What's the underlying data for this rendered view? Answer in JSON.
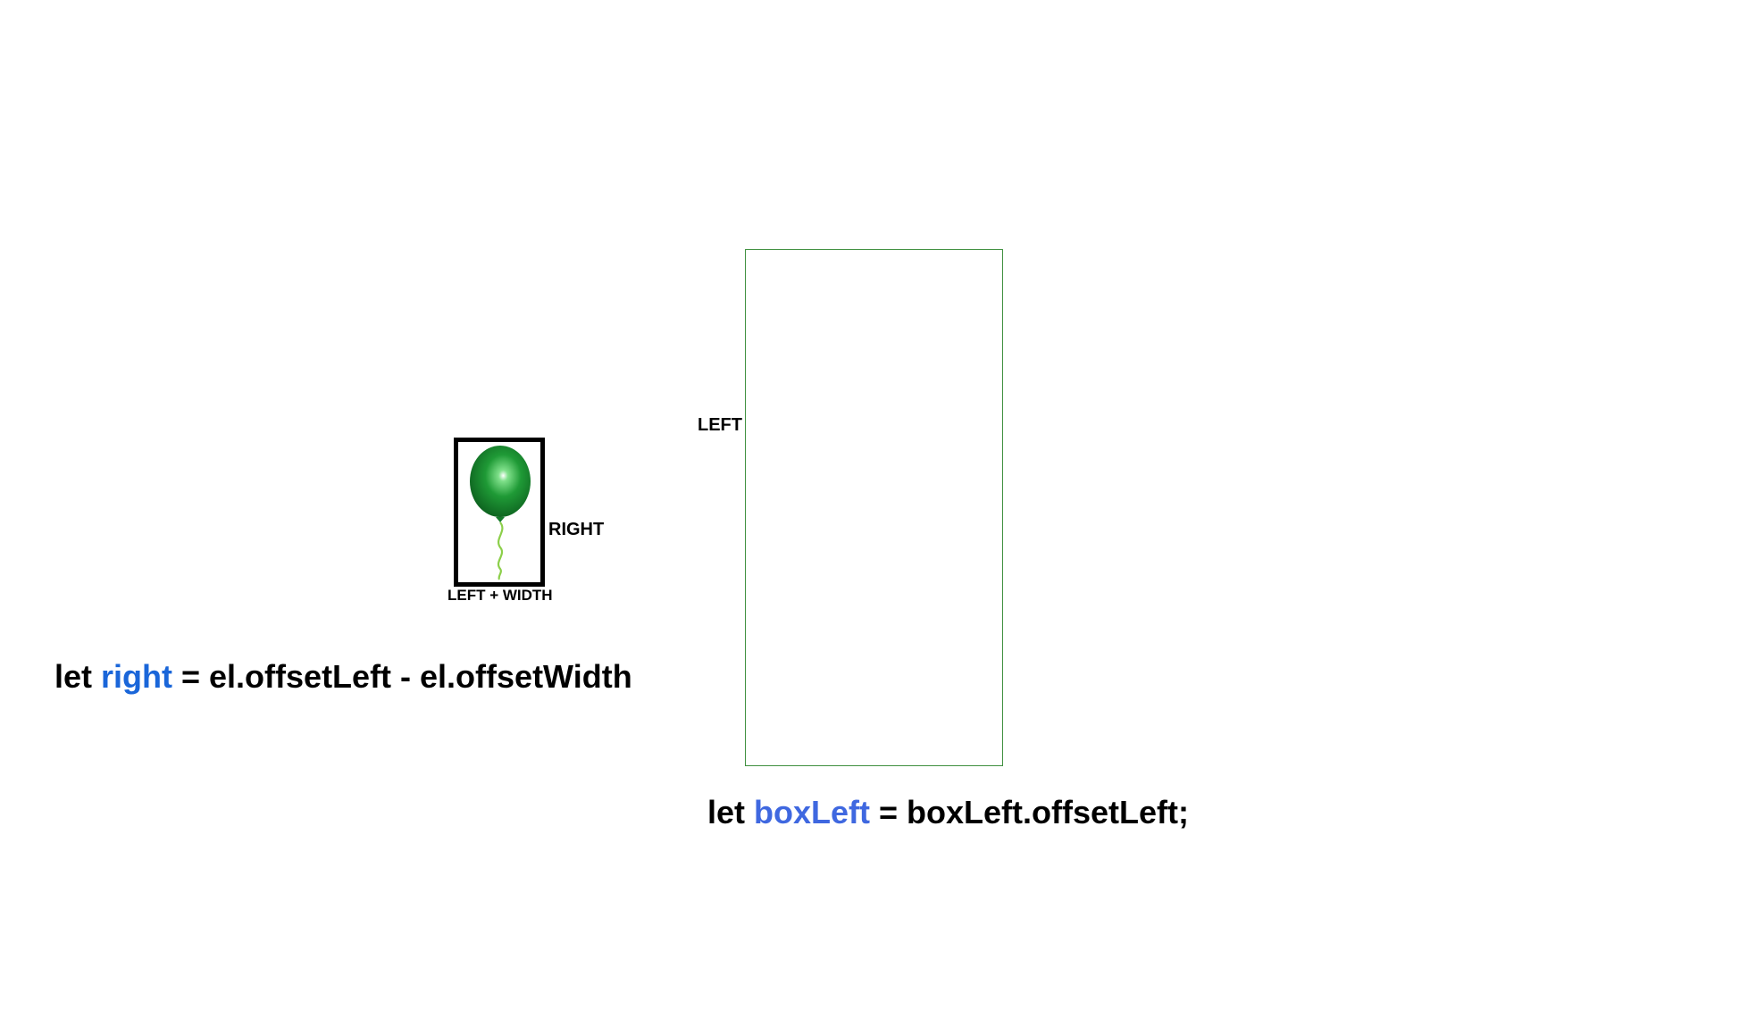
{
  "colors": {
    "background": "#ffffff",
    "text": "#000000",
    "highlight_right": "#1a66d9",
    "highlight_boxleft": "#3f68e0",
    "box_border": "#3f8f3f",
    "balloon": "#1e8a32"
  },
  "balloon_figure": {
    "icon": "green-balloon-icon"
  },
  "labels": {
    "right": "RIGHT",
    "left_plus_width": "LEFT + WIDTH",
    "left": "LEFT"
  },
  "code": {
    "line1": {
      "prefix": "let ",
      "variable": "right",
      "suffix": " = el.offsetLeft - el.offsetWidth"
    },
    "line2": {
      "prefix": "let ",
      "variable": "boxLeft",
      "suffix": " = boxLeft.offsetLeft;"
    }
  }
}
